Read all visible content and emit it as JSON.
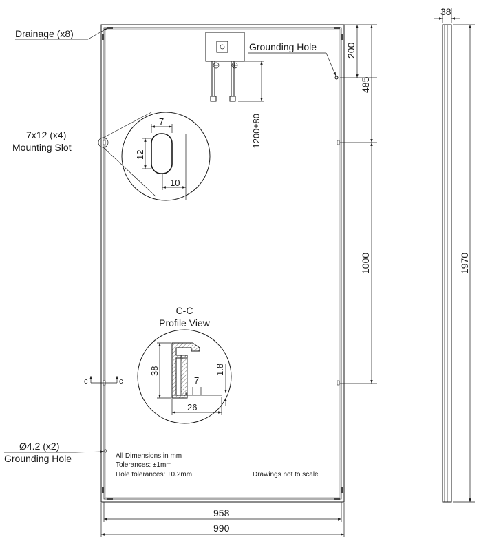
{
  "labels": {
    "drainage": "Drainage (x8)",
    "grounding_hole_top": "Grounding Hole",
    "slot_size": "7x12 (x4)",
    "mounting_slot": "Mounting Slot",
    "ground_dia": "Ø4.2 (x2)",
    "grounding_hole_bottom": "Grounding Hole",
    "section_title": "C-C",
    "profile_view": "Profile View",
    "section_marker_left": "c",
    "section_marker_right": "c"
  },
  "dimensions": {
    "d200": "200",
    "d485": "485",
    "d1000": "1000",
    "d1970": "1970",
    "d38_side": "38",
    "cable": "1200±80",
    "slot_w": "7",
    "slot_h": "12",
    "slot_offset": "10",
    "profile_h": "38",
    "profile_t": "1.8",
    "profile_lip": "7",
    "profile_w": "26",
    "inner_w": "958",
    "outer_w": "990"
  },
  "notes": {
    "dims_line1": "All Dimensions in mm",
    "dims_line2": "Tolerances: ±1mm",
    "dims_line3": "Hole tolerances: ±0.2mm",
    "scale_note": "Drawings not to scale"
  }
}
